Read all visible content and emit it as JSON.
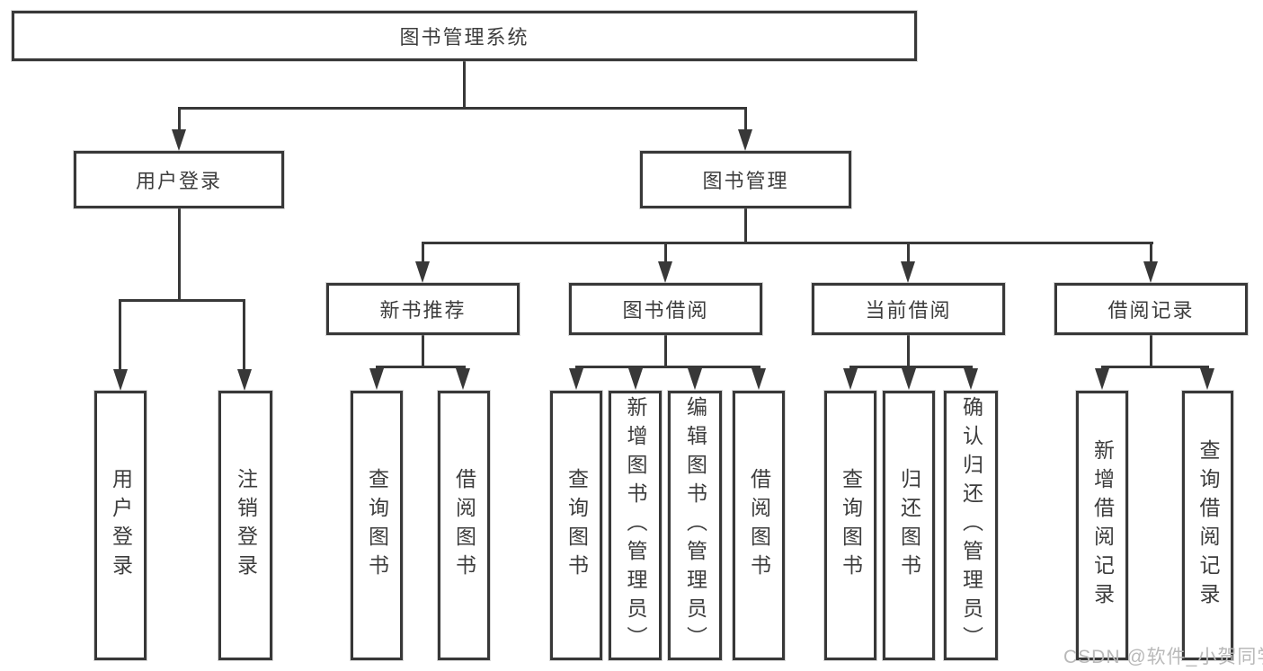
{
  "colors": {
    "line": "#383838",
    "text": "#3d3d3d",
    "watermark": "#b9b9b9",
    "background": "#ffffff"
  },
  "watermark": {
    "text": "CSDN @软件_小贺同学"
  },
  "tree": {
    "root": {
      "label": "图书管理系统"
    },
    "branches": [
      {
        "label": "用户登录",
        "children": [
          {
            "label": "用户登录"
          },
          {
            "label": "注销登录"
          }
        ]
      },
      {
        "label": "图书管理",
        "children": [
          {
            "label": "新书推荐",
            "children": [
              {
                "label": "查询图书"
              },
              {
                "label": "借阅图书"
              }
            ]
          },
          {
            "label": "图书借阅",
            "children": [
              {
                "label": "查询图书"
              },
              {
                "label": "新增图书（管理员）"
              },
              {
                "label": "编辑图书（管理员）"
              },
              {
                "label": "借阅图书"
              }
            ]
          },
          {
            "label": "当前借阅",
            "children": [
              {
                "label": "查询图书"
              },
              {
                "label": "归还图书"
              },
              {
                "label": "确认归还（管理员）"
              }
            ]
          },
          {
            "label": "借阅记录",
            "children": [
              {
                "label": "新增借阅记录"
              },
              {
                "label": "查询借阅记录"
              }
            ]
          }
        ]
      }
    ]
  }
}
